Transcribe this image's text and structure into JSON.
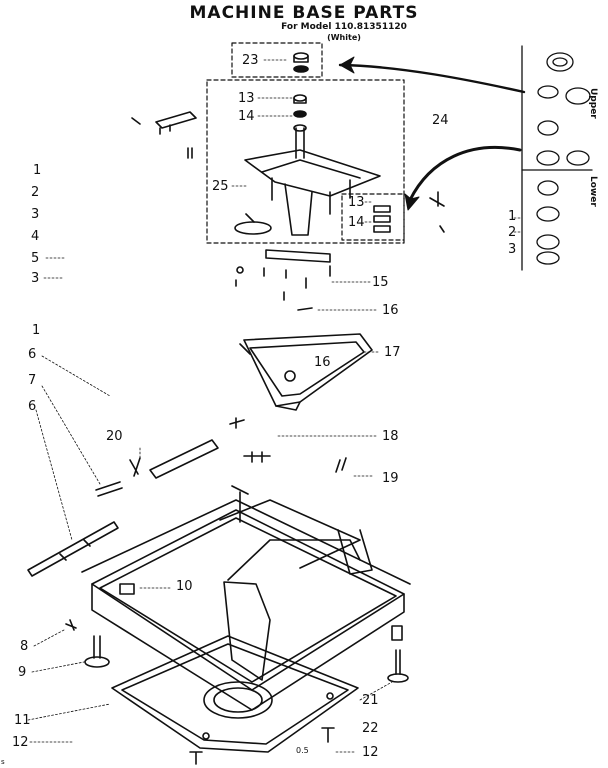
{
  "header": {
    "title": "MACHINE BASE PARTS",
    "model_line": "For Model  110.81351120",
    "color_line": "(White)"
  },
  "side_labels": {
    "upper": "Upper",
    "lower": "Lower"
  },
  "callouts": [
    {
      "id": "c23",
      "text": "23"
    },
    {
      "id": "c13a",
      "text": "13"
    },
    {
      "id": "c14a",
      "text": "14"
    },
    {
      "id": "c24",
      "text": "24"
    },
    {
      "id": "c25",
      "text": "25"
    },
    {
      "id": "c13b",
      "text": "13"
    },
    {
      "id": "c14b",
      "text": "14"
    },
    {
      "id": "l1a",
      "text": "1"
    },
    {
      "id": "l2a",
      "text": "2"
    },
    {
      "id": "l3a",
      "text": "3"
    },
    {
      "id": "l4",
      "text": "4"
    },
    {
      "id": "l5",
      "text": "5"
    },
    {
      "id": "l3b",
      "text": "3"
    },
    {
      "id": "r1",
      "text": "1"
    },
    {
      "id": "r2",
      "text": "2"
    },
    {
      "id": "r3",
      "text": "3"
    },
    {
      "id": "c15",
      "text": "15"
    },
    {
      "id": "c16a",
      "text": "16"
    },
    {
      "id": "c16b",
      "text": "16"
    },
    {
      "id": "c17",
      "text": "17"
    },
    {
      "id": "l1b",
      "text": "1"
    },
    {
      "id": "l6a",
      "text": "6"
    },
    {
      "id": "l7",
      "text": "7"
    },
    {
      "id": "l6b",
      "text": "6"
    },
    {
      "id": "c20",
      "text": "20"
    },
    {
      "id": "c18",
      "text": "18"
    },
    {
      "id": "c19",
      "text": "19"
    },
    {
      "id": "c10",
      "text": "10"
    },
    {
      "id": "c8",
      "text": "8"
    },
    {
      "id": "c9",
      "text": "9"
    },
    {
      "id": "c11",
      "text": "11"
    },
    {
      "id": "c12a",
      "text": "12"
    },
    {
      "id": "c21",
      "text": "21"
    },
    {
      "id": "c22",
      "text": "22"
    },
    {
      "id": "c12b",
      "text": "12"
    }
  ],
  "footer": {
    "code": "0.5",
    "corner": "s"
  },
  "colors": {
    "ink": "#111111",
    "paper": "#ffffff"
  }
}
